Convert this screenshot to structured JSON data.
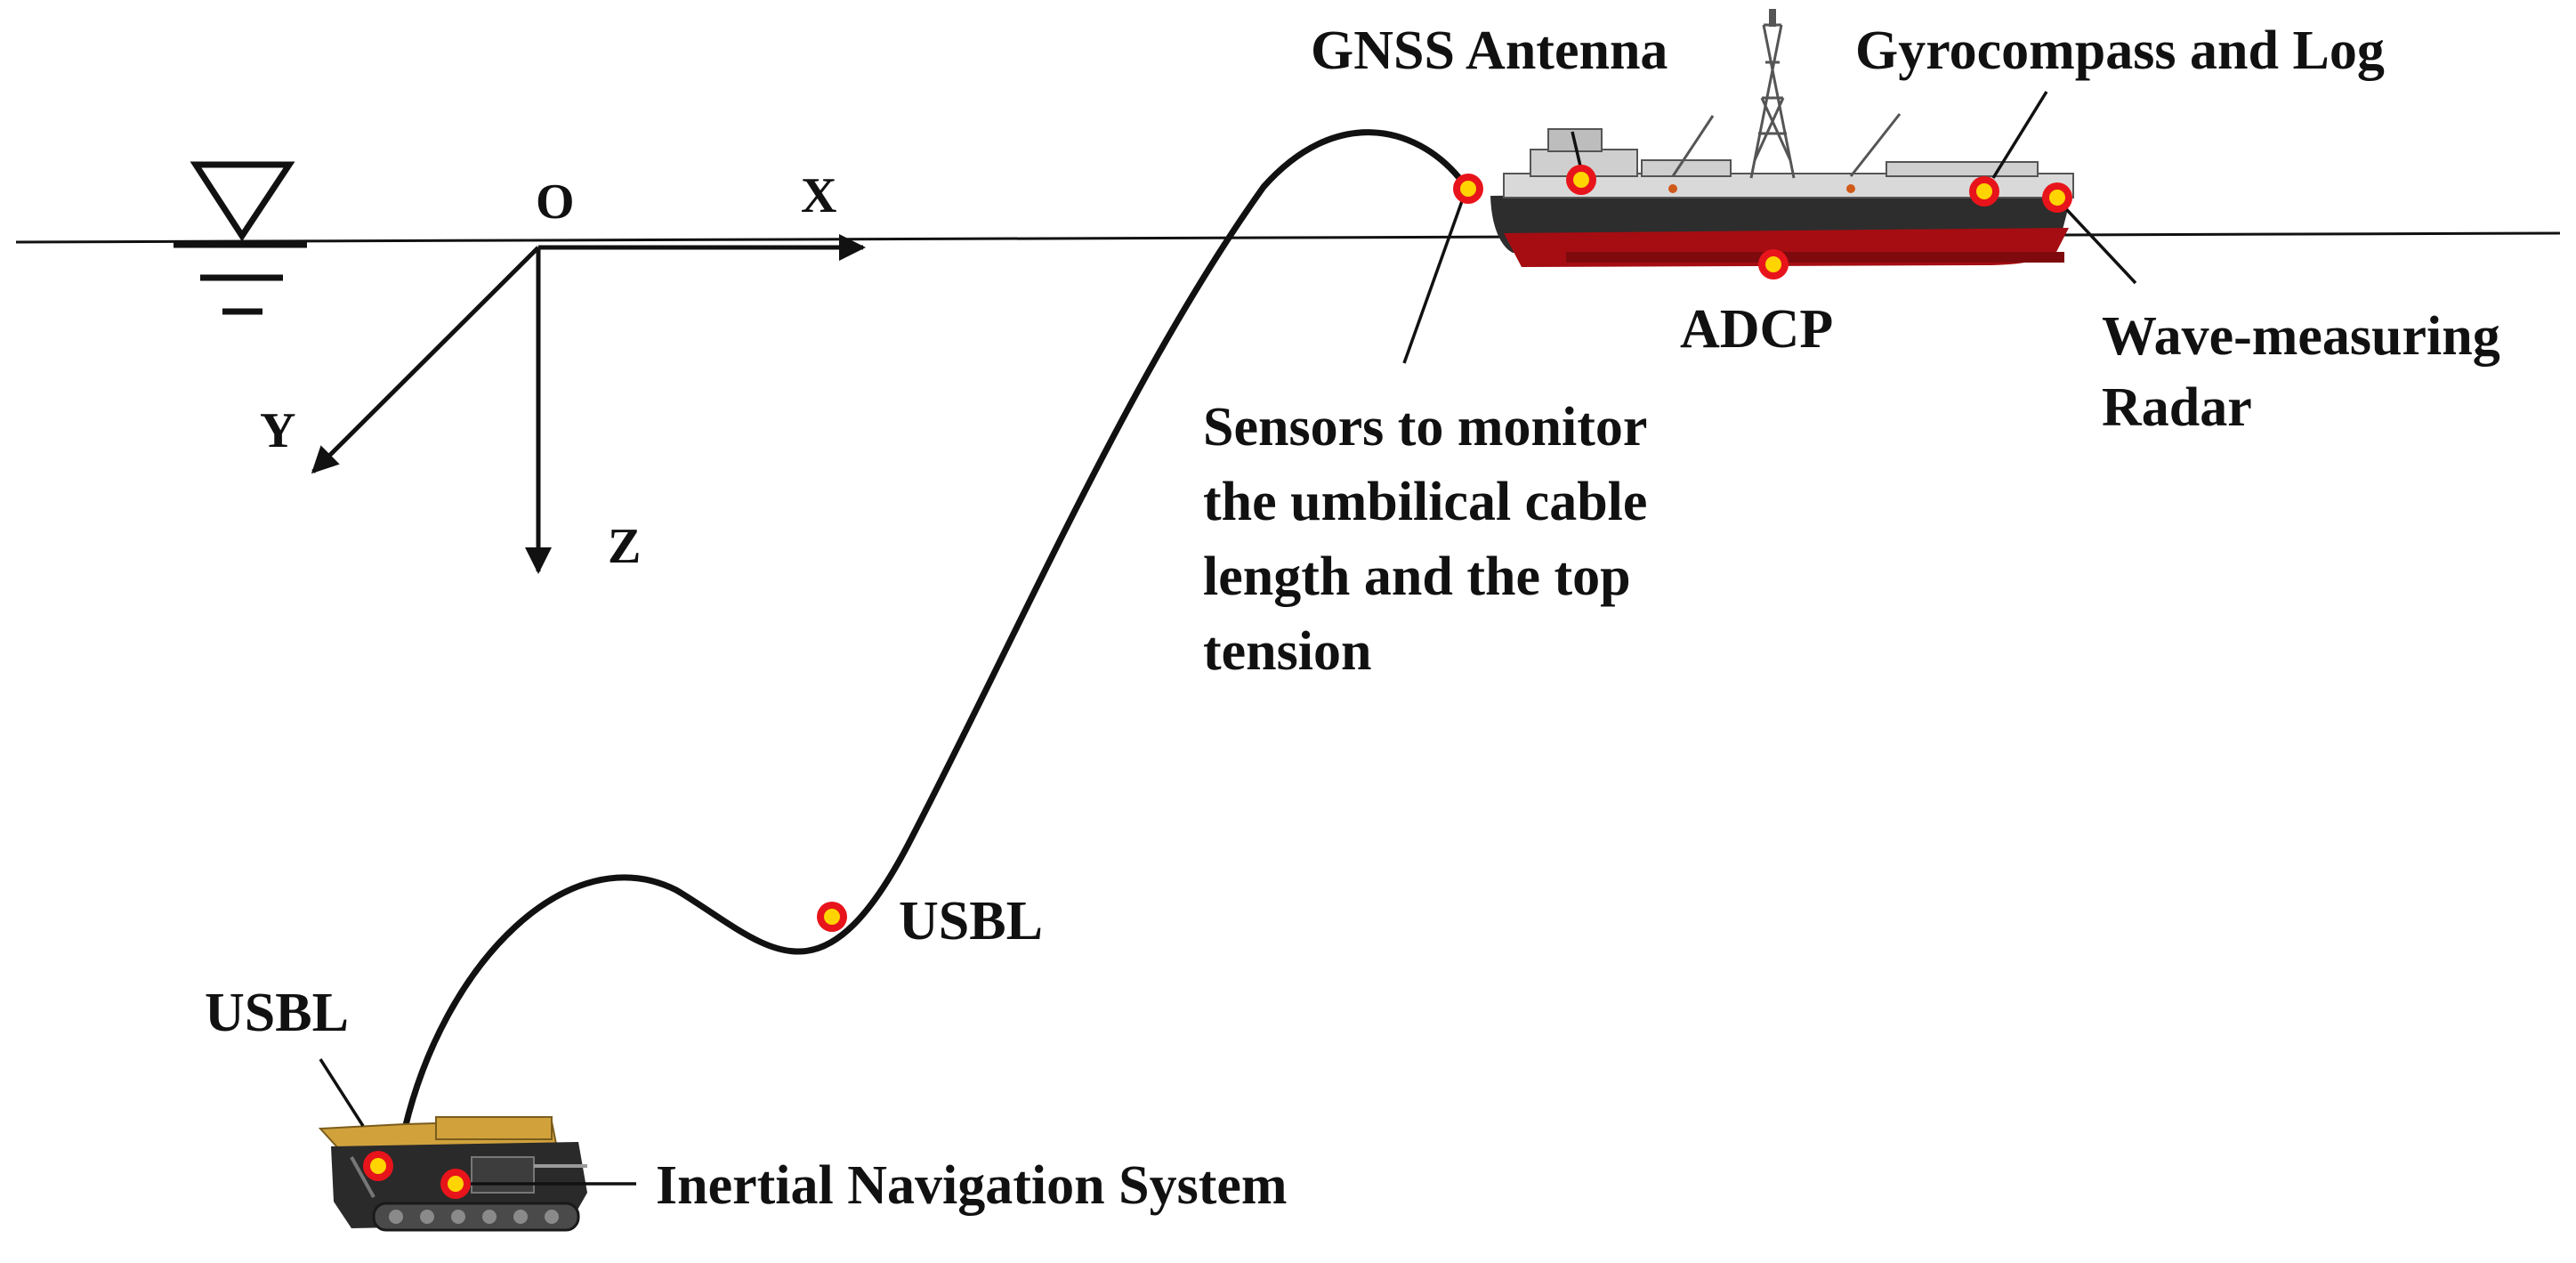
{
  "colors": {
    "sensor_outer": "#e8141b",
    "sensor_inner": "#ffd400",
    "hull_red": "#a50d12",
    "hull_dark": "#2d2d2d",
    "deck": "#d9d9d9",
    "vehicle_top": "#d1a23c",
    "vehicle_body": "#2a2a2a",
    "line": "#111111"
  },
  "axes": {
    "origin": "O",
    "x": "X",
    "y": "Y",
    "z": "Z"
  },
  "icons": {
    "water_level": "water-level-symbol",
    "ship": "drilling-vessel",
    "vehicle": "seabed-crawler-vehicle"
  },
  "labels": {
    "gnss": "GNSS Antenna",
    "gyro": "Gyrocompass and Log",
    "adcp": "ADCP",
    "wave_radar": [
      "Wave-measuring",
      "Radar"
    ],
    "cable_sensors": [
      "Sensors to monitor",
      "the umbilical cable",
      "length and the top",
      "tension"
    ],
    "usbl_cable": "USBL",
    "usbl_vehicle": "USBL",
    "ins": "Inertial Navigation System"
  }
}
